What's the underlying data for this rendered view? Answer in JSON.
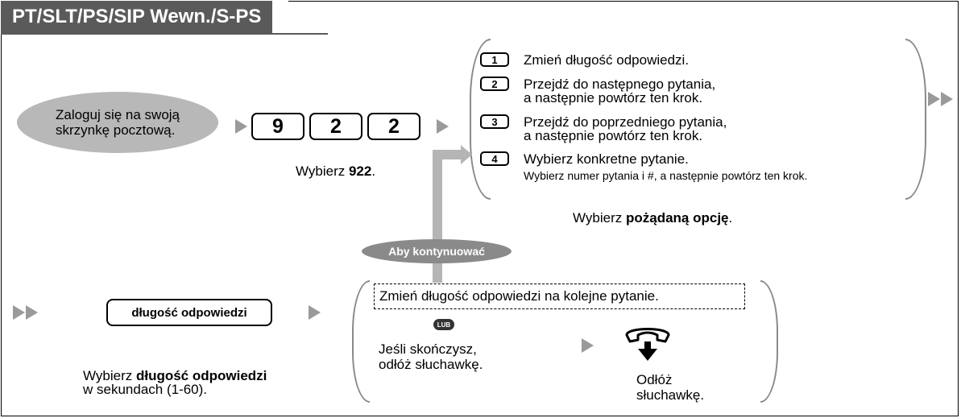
{
  "header": {
    "title": "PT/SLT/PS/SIP Wewn./S-PS"
  },
  "step1": {
    "oval_text": "Zaloguj się na swoją\nskrzynkę pocztową."
  },
  "step2": {
    "keys": [
      "9",
      "2",
      "2"
    ],
    "caption_prefix": "Wybierz ",
    "caption_bold": "922",
    "caption_suffix": "."
  },
  "options": [
    {
      "key": "1",
      "text": "Zmień długość odpowiedzi.",
      "text2": ""
    },
    {
      "key": "2",
      "text": "Przejdź do następnego pytania,",
      "text2": "a następnie powtórz ten krok."
    },
    {
      "key": "3",
      "text": "Przejdź do poprzedniego pytania,",
      "text2": "a następnie powtórz ten krok."
    },
    {
      "key": "4",
      "text": "Wybierz konkretne pytanie.",
      "text2": ""
    }
  ],
  "option4_sub": "Wybierz numer pytania i #, a następnie powtórz ten krok.",
  "options_caption": {
    "prefix": "Wybierz ",
    "bold": "pożądaną opcję",
    "suffix": "."
  },
  "continue_label": "Aby kontynuować",
  "lower": {
    "button": "długość odpowiedzi",
    "caption_prefix": "Wybierz ",
    "caption_bold": "długość odpowiedzi",
    "caption_line2": "w sekundach (1-60).",
    "dashed_text": "Zmień długość odpowiedzi na kolejne pytanie.",
    "or_badge": "LUB",
    "finish_text": "Jeśli skończysz,\nodłóż słuchawkę.",
    "hangup_caption": "Odłóż\nsłuchawkę."
  }
}
